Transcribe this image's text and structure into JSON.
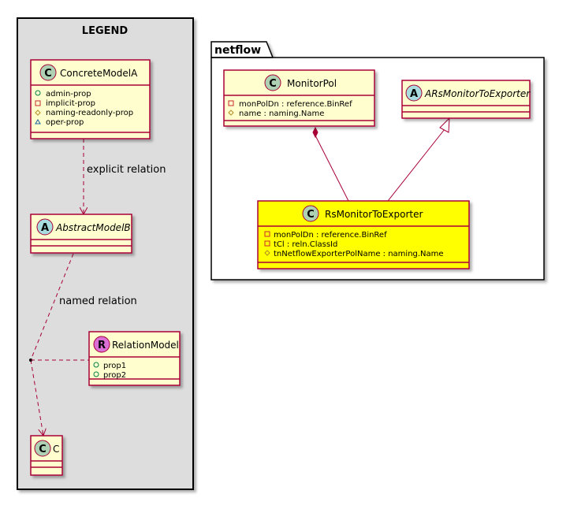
{
  "legend": {
    "title": "LEGEND",
    "concrete": {
      "badge": "C",
      "name": "ConcreteModelA",
      "attrs": [
        {
          "vis": "+",
          "text": "admin-prop"
        },
        {
          "vis": "-",
          "text": "implicit-prop"
        },
        {
          "vis": "#",
          "text": "naming-readonly-prop"
        },
        {
          "vis": "~",
          "text": "oper-prop"
        }
      ]
    },
    "abstract": {
      "badge": "A",
      "name": "AbstractModelB"
    },
    "relation_model": {
      "badge": "R",
      "name": "RelationModel",
      "attrs": [
        {
          "vis": "+",
          "text": "prop1"
        },
        {
          "vis": "+",
          "text": "prop2"
        }
      ]
    },
    "c_class": {
      "badge": "C",
      "name": "C"
    },
    "explicit_relation_label": "explicit relation",
    "named_relation_label": "named relation"
  },
  "package": {
    "title": "netflow",
    "monitor_pol": {
      "badge": "C",
      "name": "MonitorPol",
      "attrs": [
        {
          "vis": "-",
          "text": "monPolDn : reference.BinRef"
        },
        {
          "vis": "#",
          "text": "name : naming.Name"
        }
      ]
    },
    "ars": {
      "badge": "A",
      "name": "ARsMonitorToExporter"
    },
    "rs": {
      "badge": "C",
      "name": "RsMonitorToExporter",
      "attrs": [
        {
          "vis": "-",
          "text": "monPolDn : reference.BinRef"
        },
        {
          "vis": "-",
          "text": "tCl : reln.ClassId"
        },
        {
          "vis": "#",
          "text": "tnNetflowExporterPolName : naming.Name"
        }
      ]
    }
  },
  "colors": {
    "class_fill": "#FEFECE",
    "class_border": "#A80036",
    "highlight_fill": "#FFFF00",
    "legend_bg": "#DDDDDD",
    "badge_c": "#ADD1B2",
    "badge_a": "#A9DCDF",
    "badge_r": "#DA70D6",
    "line": "#A80036"
  }
}
